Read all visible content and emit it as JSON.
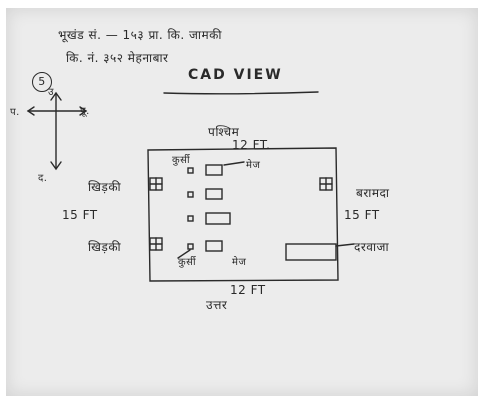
{
  "header": {
    "line1": "भूखंड सं. — 1५३  प्रा. कि. जामकी",
    "line2": "कि. नं. ३५२  मेहनाबार",
    "circle_number": "5",
    "title": "CAD VIEW"
  },
  "compass": {
    "north": "उ.",
    "east": "पू.",
    "west": "प.",
    "south": "द."
  },
  "plan": {
    "top_label": "पश्चिम",
    "top_dim": "12 FT.",
    "bottom_dim": "12 FT",
    "bottom_label": "उत्तर",
    "left_dim": "15 FT",
    "right_dim": "15 FT",
    "left_upper": "खिड़की",
    "left_lower": "खिड़की",
    "right_upper": "बरामदा",
    "right_lower": "दरवाजा",
    "top_inner": "कुर्सी",
    "top_inner2": "मेज",
    "bottom_inner1": "कुर्सी",
    "bottom_inner2": "मेज"
  }
}
